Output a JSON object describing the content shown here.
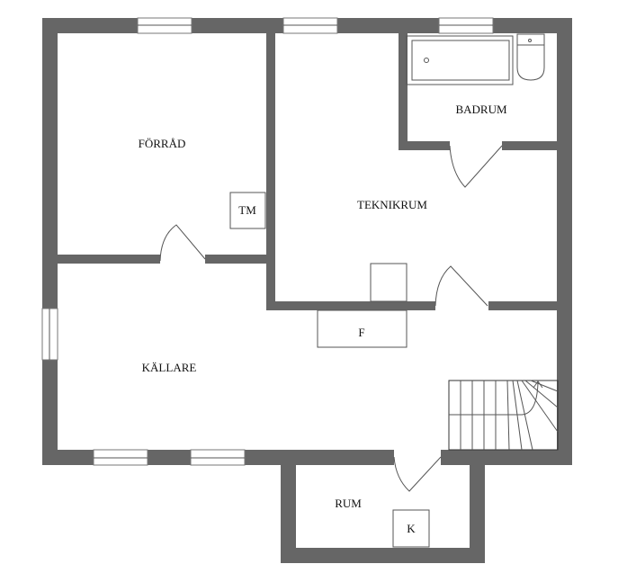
{
  "rooms": {
    "forrad": "FÖRRÅD",
    "teknikrum": "TEKNIKRUM",
    "badrum": "BADRUM",
    "kallare": "KÄLLARE",
    "rum": "RUM"
  },
  "fixtures": {
    "tm": "TM",
    "f": "F",
    "k": "K"
  },
  "colors": {
    "wall": "#666666",
    "line": "#555555",
    "background": "#ffffff"
  }
}
